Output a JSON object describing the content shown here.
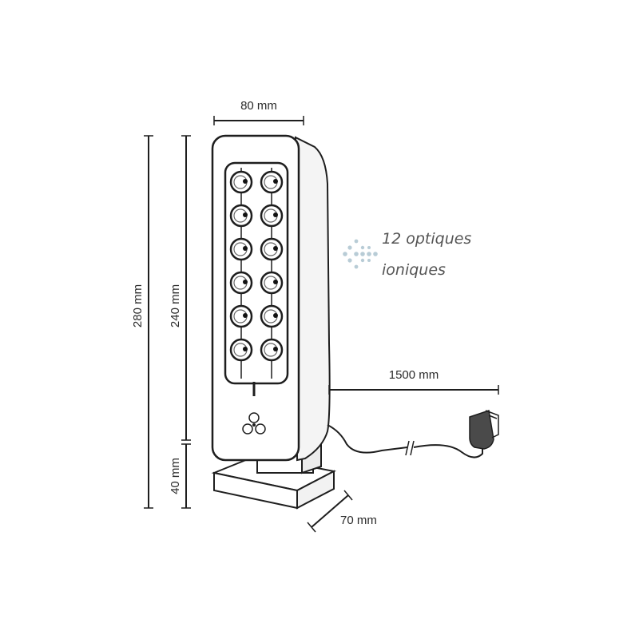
{
  "dimensions": {
    "width": "80 mm",
    "total_height": "280  mm",
    "body_height": "240  mm",
    "base_height": "40 mm",
    "depth": "70 mm",
    "cable_length": "1500 mm"
  },
  "callout": {
    "line1": "12 optiques",
    "line2": "ioniques"
  },
  "led_count": 12,
  "colors": {
    "outline": "#1e1e1e",
    "callout_arrow": "#b8ccd6",
    "callout_text": "#555555"
  }
}
